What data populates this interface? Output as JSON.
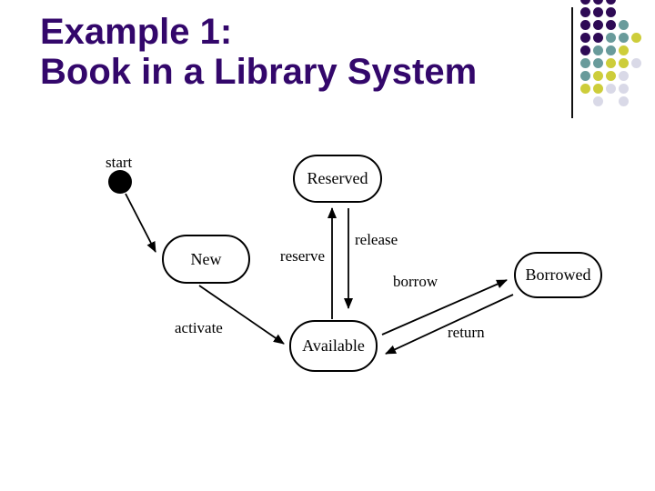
{
  "slide": {
    "title": {
      "line1": "Example 1:",
      "line2": "Book in a Library System",
      "color": "#33076B"
    }
  },
  "decoration": {
    "description": "dot-grid-ornament-top-right",
    "colors": {
      "P": "#2E0A55",
      "T": "#699B9B",
      "Y": "#CDCD3A",
      "L": "#D9D9E7"
    },
    "pattern": [
      "PPP",
      "PPP",
      "PPPT",
      "PPTTY",
      "PTTY",
      "TTYYL",
      "TYYL",
      "YYLL",
      ".L.L"
    ]
  },
  "diagram": {
    "start_label": "start",
    "states": [
      {
        "id": "new",
        "label": "New"
      },
      {
        "id": "reserved",
        "label": "Reserved"
      },
      {
        "id": "available",
        "label": "Available"
      },
      {
        "id": "borrowed",
        "label": "Borrowed"
      }
    ],
    "transitions": [
      {
        "label": "activate",
        "from": "New",
        "to": "Available"
      },
      {
        "label": "reserve",
        "from": "Available",
        "to": "Reserved"
      },
      {
        "label": "release",
        "from": "Reserved",
        "to": "Available"
      },
      {
        "label": "borrow",
        "from": "Available",
        "to": "Borrowed"
      },
      {
        "label": "return",
        "from": "Borrowed",
        "to": "Available"
      }
    ]
  }
}
